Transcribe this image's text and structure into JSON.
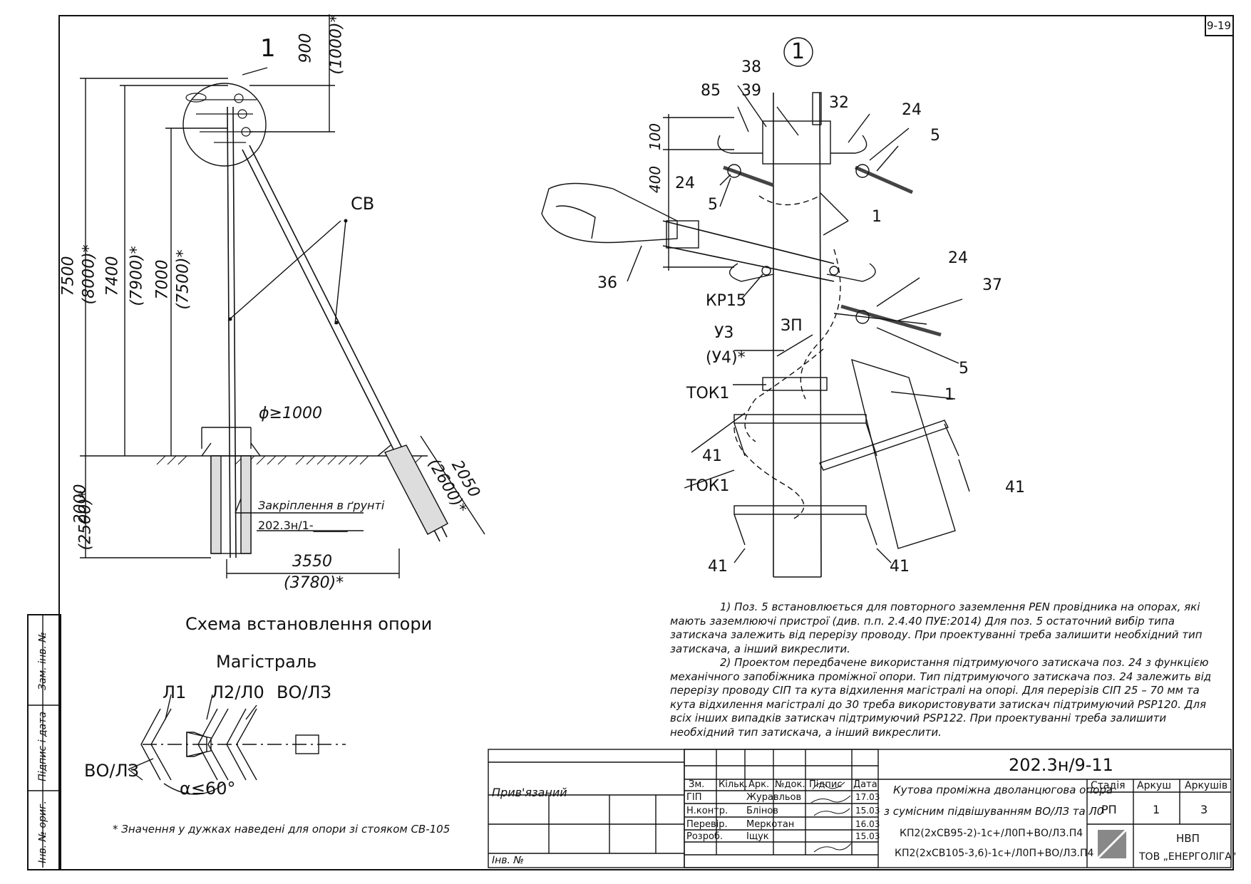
{
  "sheet_code": "9-19",
  "left_strip": {
    "inv_no_orig": "Інв. № ориг.",
    "sign_date": "Підпис і дата",
    "zam_inv": "Зам. інв. №"
  },
  "scheme": {
    "callout": "1",
    "dim_top": "900",
    "dim_top_alt": "(1000)*",
    "dim_h1": "7500",
    "dim_h1_alt": "(8000)*",
    "dim_h2": "7400",
    "dim_h2_alt": "(7900)*",
    "dim_h3": "7000",
    "dim_h3_alt": "(7500)*",
    "dim_ground": "2000",
    "dim_ground_alt": "(2500)*",
    "label_sv": "СВ",
    "diam": "ϕ≥1000",
    "fix_label": "Закріплення в ґрунті",
    "fix_ref": "202.3н/1-______",
    "dim_base": "3550",
    "dim_base_alt": "(3780)*",
    "dim_strut": "2050",
    "dim_strut_alt": "(2600)*",
    "title": "Схема встановлення опори"
  },
  "mag": {
    "title": "Магістраль",
    "l1": "Л1",
    "l2l0": "Л2/Л0",
    "volz_top": "ВО/ЛЗ",
    "volz_left": "ВО/ЛЗ",
    "angle": "α≤60°"
  },
  "footnote": "* Значення у дужках наведені для опори зі стояком СВ-105",
  "detail": {
    "callout": "1",
    "labels": {
      "p38": "38",
      "p85": "85",
      "p39": "39",
      "p32": "32",
      "p24a": "24",
      "p5a": "5",
      "d100": "100",
      "d400": "400",
      "p24b": "24",
      "p5b": "5",
      "p1a": "1",
      "p36": "36",
      "p24c": "24",
      "p37": "37",
      "kp15": "КР15",
      "u3": "У3",
      "u4": "(У4)*",
      "zp": "ЗП",
      "p5c": "5",
      "tok1a": "ТОК1",
      "p1b": "1",
      "p41a": "41",
      "tok1b": "ТОК1",
      "p41b": "41",
      "p41c": "41",
      "p41d": "41"
    }
  },
  "notes": {
    "n1": "1) Поз. 5 встановлюється для повторного заземлення PEN провідника на опорах, які мають заземлюючі пристрої (див. п.п. 2.4.40 ПУЕ:2014) Для поз. 5 остаточний вибір типа затискача залежить від перерізу проводу. При проектуванні треба залишити необхідний тип затискача, а інший викреслити.",
    "n2": "2) Проектом передбачене використання підтримуючого затискача поз. 24 з функцією механічного запобіжника проміжної опори. Тип підтримуючого затискача поз. 24 залежить від перерізу проводу СІП та кута відхилення магістралі на опорі. Для перерізів СІП 25 – 70 мм та кута відхилення магістралі до 30 треба використовувати затискач підтримуючий PSP120. Для всіх інших випадків затискач підтримуючий PSP122. При проектуванні треба залишити необхідний тип затискача, а інший викреслити."
  },
  "title_block": {
    "doc_code": "202.3н/9-11",
    "bound": "Прив'язаний",
    "inv_no": "Інв. №",
    "headers": [
      "Зм.",
      "Кільк.",
      "Арк.",
      "№док.",
      "Підпис",
      "Дата"
    ],
    "roles": [
      {
        "role": "ГІП",
        "name": "Журавльов",
        "date": "17.03"
      },
      {
        "role": "Н.контр.",
        "name": "Блінов",
        "date": "15.03"
      },
      {
        "role": "Перевір.",
        "name": "Меркотан",
        "date": "16.03"
      },
      {
        "role": "Розроб.",
        "name": "Іщук",
        "date": "15.03"
      }
    ],
    "title_lines": [
      "Кутова проміжна дволанцюгова опора",
      "з сумісним підвішуванням ВО/ЛЗ та Л0",
      "КП2(2хСВ95-2)-1с+/Л0П+ВО/ЛЗ.П4",
      "КП2(2хСВ105-3,6)-1с+/Л0П+ВО/ЛЗ.П4"
    ],
    "stage_h": "Стадія",
    "sheet_h": "Аркуш",
    "sheets_h": "Аркушів",
    "stage": "РП",
    "sheet": "1",
    "sheets": "3",
    "org1": "НВП",
    "org2": "ТОВ „ЕНЕРГОЛІГА\""
  }
}
